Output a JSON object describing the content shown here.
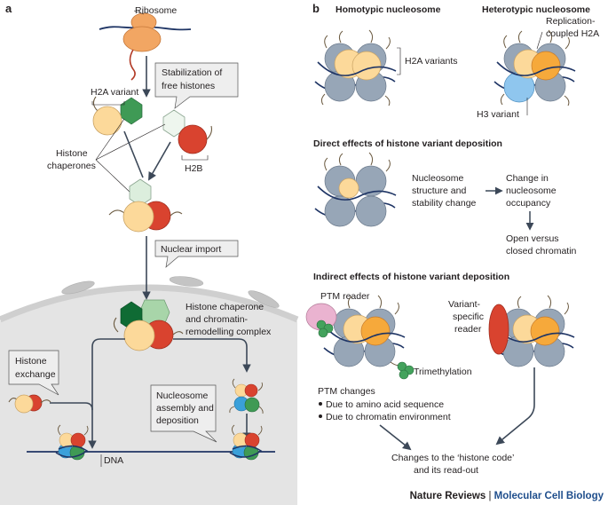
{
  "panel_a": {
    "letter": "a",
    "ribosome": "Ribosome",
    "stabilization": [
      "Stabilization of",
      "free histones"
    ],
    "h2a_variant": "H2A variant",
    "histone_chaperones": [
      "Histone",
      "chaperones"
    ],
    "h2b": "H2B",
    "nuclear_import": "Nuclear import",
    "chaperone_complex": [
      "Histone chaperone",
      "and chromatin-",
      "remodelling complex"
    ],
    "histone_exchange": [
      "Histone",
      "exchange"
    ],
    "nucleosome_assembly": [
      "Nucleosome",
      "assembly and",
      "deposition"
    ],
    "dna": "DNA"
  },
  "panel_b": {
    "letter": "b",
    "homotypic": "Homotypic nucleosome",
    "heterotypic": "Heterotypic nucleosome",
    "h2a_variants": "H2A variants",
    "replication_coupled": [
      "Replication-",
      "coupled H2A"
    ],
    "h3_variant": "H3 variant",
    "direct_title": "Direct effects of histone variant deposition",
    "structure_change": [
      "Nucleosome",
      "structure and",
      "stability change"
    ],
    "occupancy_change": [
      "Change in",
      "nucleosome",
      "occupancy"
    ],
    "open_closed": [
      "Open versus",
      "closed chromatin"
    ],
    "indirect_title": "Indirect effects of histone variant deposition",
    "ptm_reader": "PTM reader",
    "variant_reader": [
      "Variant-",
      "specific",
      "reader"
    ],
    "trimethylation": "Trimethylation",
    "ptm_changes": "PTM changes",
    "ptm_bullets": [
      "Due to amino acid sequence",
      "Due to chromatin environment"
    ],
    "histone_code": [
      "Changes to the ‘histone code’",
      "and its read-out"
    ]
  },
  "footer": {
    "journal": "Nature Reviews",
    "separator": " | ",
    "subjournal": "Molecular Cell Biology"
  },
  "colors": {
    "h2a_variant_yellow": "#fcd99a",
    "h2a_orange": "#f6a93b",
    "h2b_red": "#d9432f",
    "chaperone_green": "#3f9a55",
    "chaperone_dark_green": "#0f6b34",
    "chaperone_light_green": "#a8d5a9",
    "core_grey": "#97a6b7",
    "h3_blue": "#3aa0da",
    "h3_variant_light_blue": "#8fc6ee",
    "dna_navy": "#1f3565",
    "ribosome_orange": "#f2a663",
    "nucleus_grey": "#e4e4e4",
    "ptm_reader_pink": "#eab3d0",
    "variant_reader_red": "#d9432f",
    "methyl_green": "#43a25c",
    "journal_blue": "#1f4e8c"
  }
}
